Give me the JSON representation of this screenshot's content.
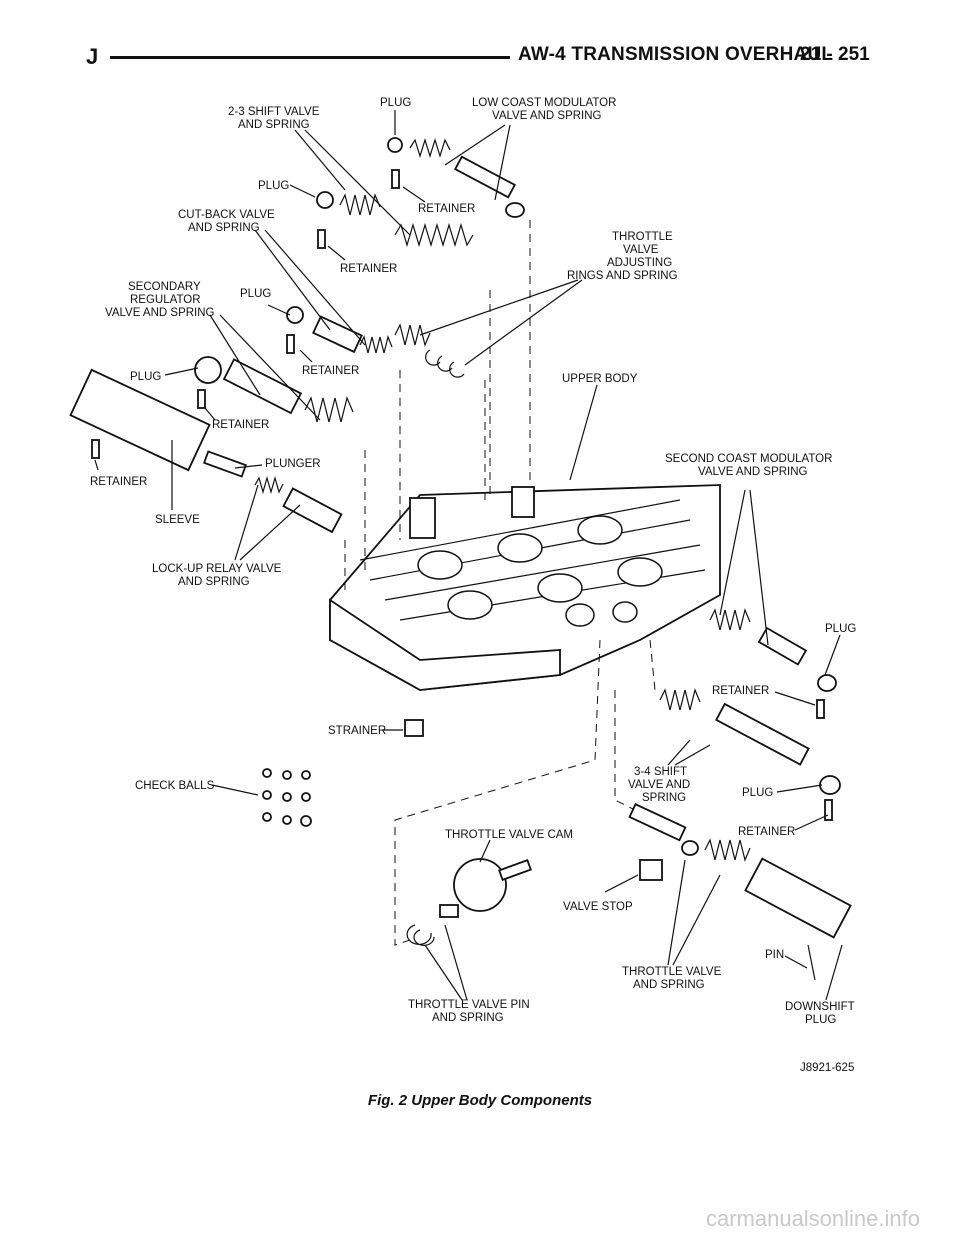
{
  "header": {
    "section_letter": "J",
    "title": "AW-4 TRANSMISSION OVERHAUL",
    "page_number": "21 - 251"
  },
  "figure": {
    "caption": "Fig. 2 Upper Body Components",
    "figure_id": "J8921-625",
    "labels": {
      "shift23": [
        "2-3 SHIFT VALVE",
        "AND SPRING"
      ],
      "plug_top": [
        "PLUG"
      ],
      "low_coast": [
        "LOW COAST MODULATOR",
        "VALVE AND SPRING"
      ],
      "plug2": [
        "PLUG"
      ],
      "retainer1": [
        "RETAINER"
      ],
      "cutback": [
        "CUT-BACK VALVE",
        "AND SPRING"
      ],
      "retainer2": [
        "RETAINER"
      ],
      "throttle_adj": [
        "THROTTLE",
        "VALVE",
        "ADJUSTING",
        "RINGS AND SPRING"
      ],
      "secondary": [
        "SECONDARY",
        "REGULATOR",
        "VALVE AND SPRING"
      ],
      "plug3": [
        "PLUG"
      ],
      "retainer3": [
        "RETAINER"
      ],
      "upper_body": [
        "UPPER BODY"
      ],
      "plug4": [
        "PLUG"
      ],
      "retainer4": [
        "RETAINER"
      ],
      "plunger": [
        "PLUNGER"
      ],
      "retainer5": [
        "RETAINER"
      ],
      "second_coast": [
        "SECOND COAST MODULATOR",
        "VALVE AND SPRING"
      ],
      "sleeve": [
        "SLEEVE"
      ],
      "lockup": [
        "LOCK-UP RELAY VALVE",
        "AND SPRING"
      ],
      "plug5": [
        "PLUG"
      ],
      "retainer6": [
        "RETAINER"
      ],
      "strainer": [
        "STRAINER"
      ],
      "shift34": [
        "3-4 SHIFT",
        "VALVE AND",
        "SPRING"
      ],
      "plug6": [
        "PLUG"
      ],
      "check_balls": [
        "CHECK BALLS"
      ],
      "retainer7": [
        "RETAINER"
      ],
      "tv_cam": [
        "THROTTLE VALVE CAM"
      ],
      "valve_stop": [
        "VALVE STOP"
      ],
      "pin": [
        "PIN"
      ],
      "tv_spring": [
        "THROTTLE VALVE",
        "AND SPRING"
      ],
      "tv_pin": [
        "THROTTLE VALVE PIN",
        "AND SPRING"
      ],
      "downshift": [
        "DOWNSHIFT",
        "PLUG"
      ]
    }
  },
  "watermark": "carmanualsonline.info"
}
